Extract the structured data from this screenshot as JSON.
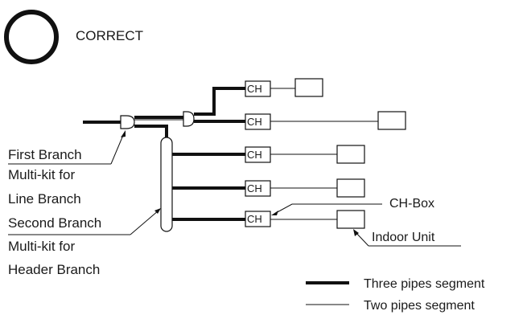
{
  "status": {
    "label": "CORRECT"
  },
  "labels": {
    "first_branch": "First Branch",
    "multi_kit_line_1": "Multi-kit for",
    "multi_kit_line_2": "Line Branch",
    "second_branch": "Second Branch",
    "multi_kit_header_1": "Multi-kit for",
    "multi_kit_header_2": "Header Branch",
    "ch_box": "CH-Box",
    "indoor_unit": "Indoor Unit"
  },
  "ch_label": "CH",
  "legend": {
    "three_pipes": "Three pipes segment",
    "two_pipes": "Two pipes segment"
  }
}
